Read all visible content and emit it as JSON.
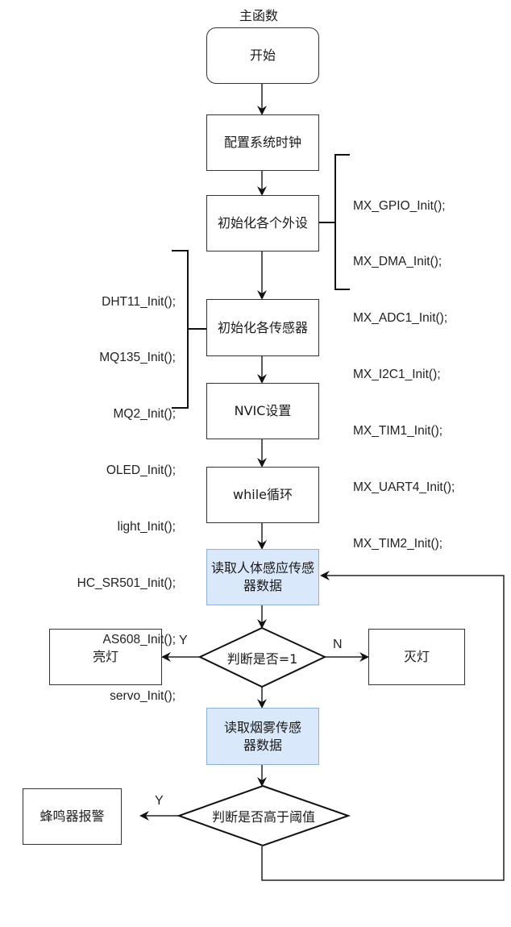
{
  "title": "主函数",
  "nodes": {
    "start": "开始",
    "clock": "配置系统时钟",
    "peripherals": "初始化各个外设",
    "sensors": "初始化各传感器",
    "nvic": "NVIC设置",
    "loop": "while循环",
    "read_pir": "读取人体感应传感器数据",
    "decision1": "判断是否=1",
    "light_on": "亮灯",
    "light_off": "灭灯",
    "read_smoke": "读取烟雾传感器数据",
    "decision2": "判断是否高于阈值",
    "buzzer": "蜂鸣器报警"
  },
  "edge_labels": {
    "d1_yes": "Y",
    "d1_no": "N",
    "d2_yes": "Y"
  },
  "peripheral_inits": [
    "MX_GPIO_Init();",
    "MX_DMA_Init();",
    "MX_ADC1_Init();",
    "MX_I2C1_Init();",
    "MX_TIM1_Init();",
    "MX_UART4_Init();",
    "MX_TIM2_Init();"
  ],
  "sensor_inits": [
    "DHT11_Init();",
    "MQ135_Init();",
    "MQ2_Init();",
    "OLED_Init();",
    "light_Init();",
    "HC_SR501_Init();",
    "AS608_Init();",
    "servo_Init();"
  ],
  "colors": {
    "process_fill": "#ffffff",
    "highlight_fill": "#dae8fc",
    "highlight_stroke": "#8fb0d9",
    "line": "#1a1a1a"
  }
}
